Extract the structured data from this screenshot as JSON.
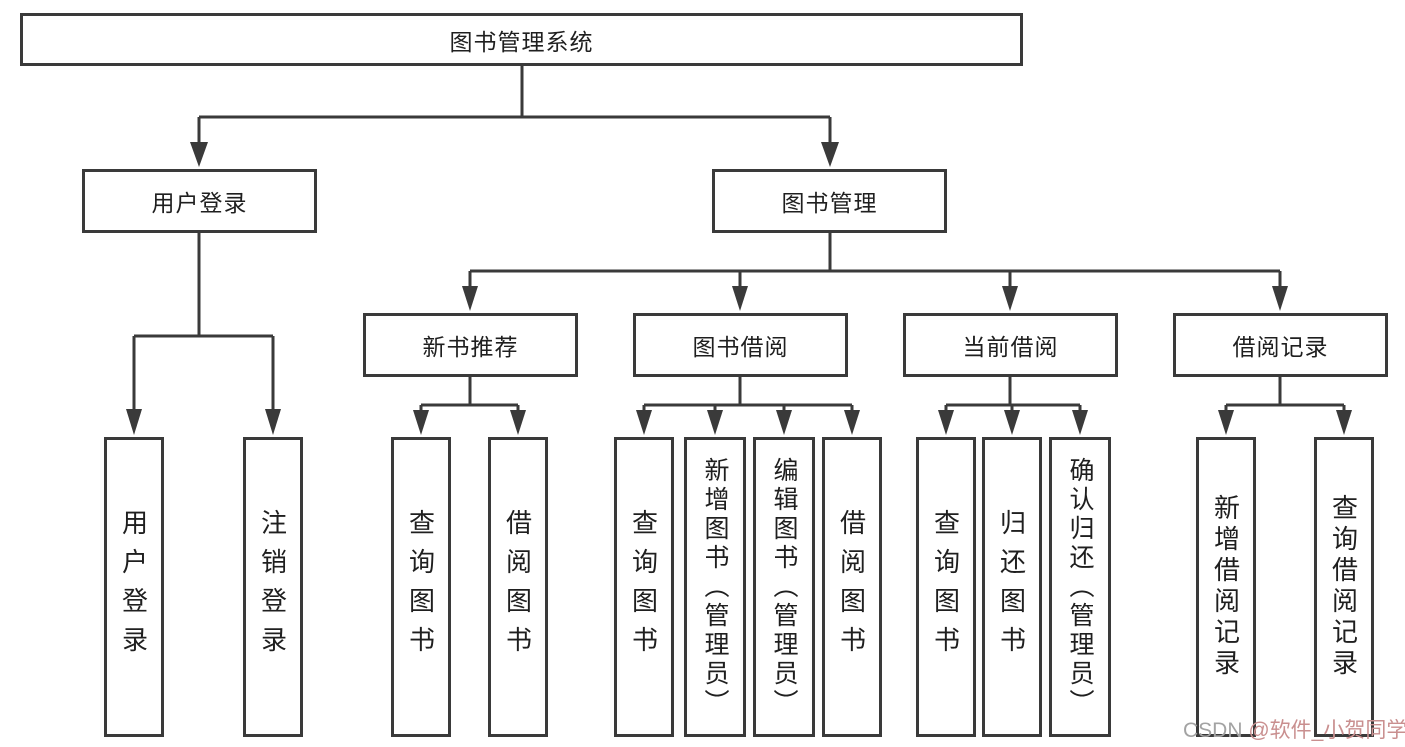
{
  "diagram_title": "图书管理系统",
  "nodes": {
    "root": {
      "label": "图书管理系统"
    },
    "user_login": {
      "label": "用户登录"
    },
    "book_mgmt": {
      "label": "图书管理"
    },
    "new_book_rec": {
      "label": "新书推荐"
    },
    "book_borrow": {
      "label": "图书借阅"
    },
    "current_borrow": {
      "label": "当前借阅"
    },
    "borrow_record": {
      "label": "借阅记录"
    },
    "leaf_user_login": {
      "label": "用户登录"
    },
    "leaf_logout": {
      "label": "注销登录"
    },
    "leaf_query_book_1": {
      "label": "查询图书"
    },
    "leaf_borrow_book_1": {
      "label": "借阅图书"
    },
    "leaf_query_book_2": {
      "label": "查询图书"
    },
    "leaf_add_book": {
      "label": "新增图书（管理员）"
    },
    "leaf_edit_book": {
      "label": "编辑图书（管理员）"
    },
    "leaf_borrow_book_2": {
      "label": "借阅图书"
    },
    "leaf_query_book_3": {
      "label": "查询图书"
    },
    "leaf_return_book": {
      "label": "归还图书"
    },
    "leaf_confirm_return": {
      "label": "确认归还（管理员）"
    },
    "leaf_add_record": {
      "label": "新增借阅记录"
    },
    "leaf_query_record": {
      "label": "查询借阅记录"
    }
  },
  "watermark": {
    "prefix": "CSDN ",
    "handle": "@软件_小贺同学"
  },
  "colors": {
    "line": "#3a3a3a",
    "text": "#1f1f1f",
    "wm_gray": "#a3a3a3",
    "wm_pink": "#c98f8f"
  }
}
